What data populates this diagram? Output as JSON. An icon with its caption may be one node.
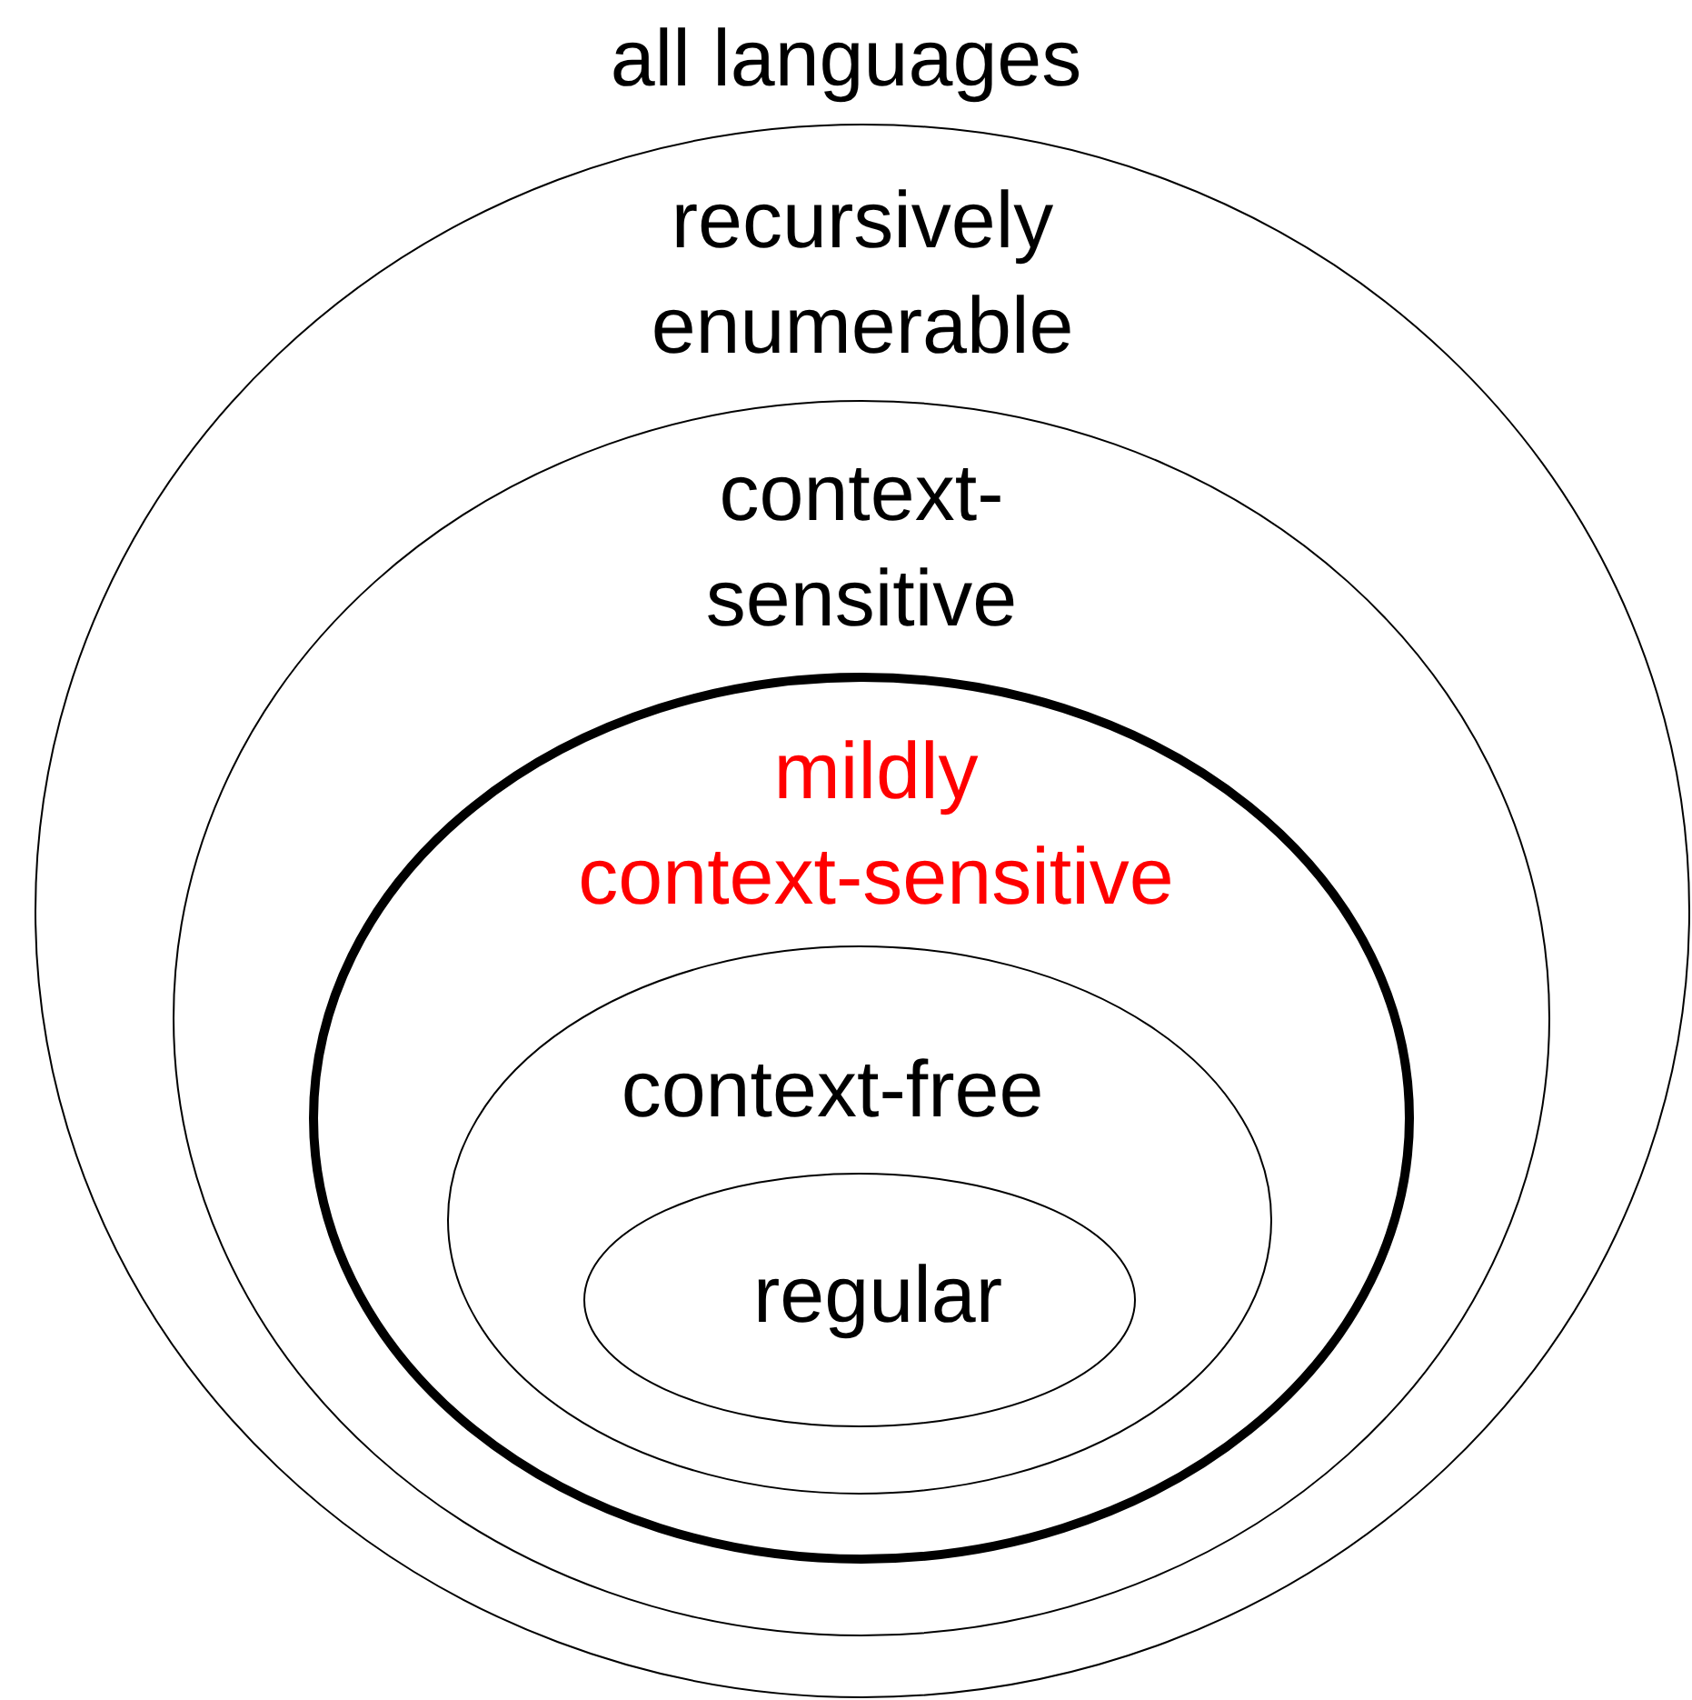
{
  "diagram": {
    "title": "all languages",
    "nodes": [
      {
        "text": [
          "recursively enumerable"
        ]
      },
      {
        "text": [
          "context-sensitive"
        ],
        "in": 0
      },
      {
        "text": [
          "mildly context-sensitive"
        ],
        "in": 1
      },
      {
        "text": [
          "context-free"
        ],
        "in": 2
      },
      {
        "text": [
          "regular"
        ],
        "in": 3
      }
    ]
  }
}
